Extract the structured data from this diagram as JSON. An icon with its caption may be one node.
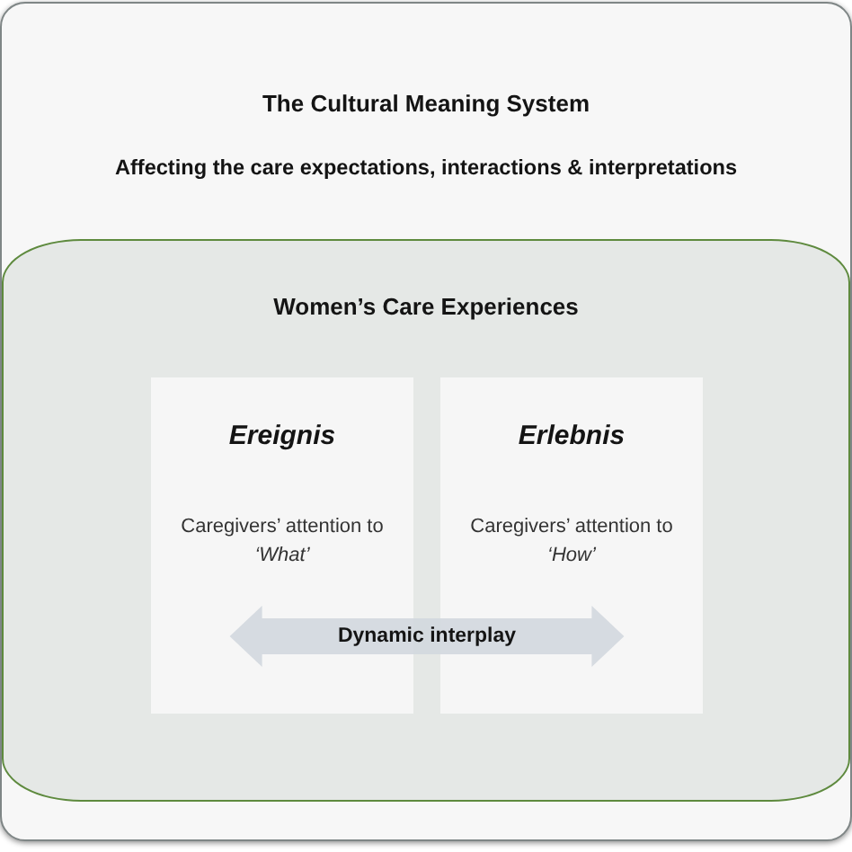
{
  "diagram": {
    "nodes": [
      {
        "text": [
          "The Cultural Meaning System",
          "Affecting the care expectations, interactions & interpretations"
        ]
      },
      {
        "text": [
          "Women’s Care Experiences"
        ],
        "in": 0
      },
      {
        "text": [
          "Ereignis",
          "Caregivers’ attention to *‘What’*"
        ],
        "in": 1
      },
      {
        "text": [
          "Erlebnis",
          "Caregivers’ attention to *‘How’*"
        ],
        "in": 1
      }
    ],
    "edges": [
      {
        "from": 2,
        "to": 3,
        "arrow": "both",
        "label": "Dynamic interplay"
      }
    ]
  }
}
